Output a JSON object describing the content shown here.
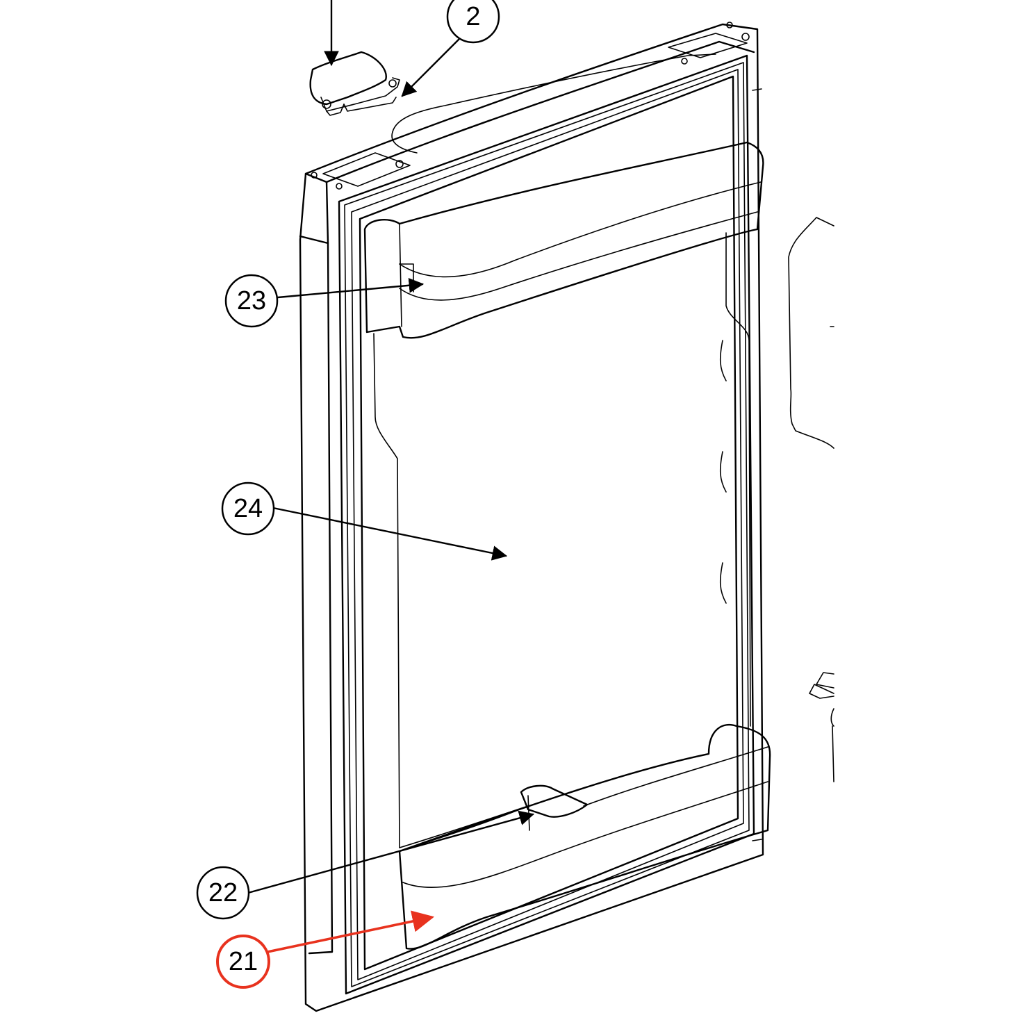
{
  "colors": {
    "line": "#000000",
    "highlight": "#e8321e",
    "background": "#ffffff"
  },
  "callouts": [
    {
      "id": "2",
      "label": "2",
      "highlighted": false
    },
    {
      "id": "23",
      "label": "23",
      "highlighted": false
    },
    {
      "id": "24",
      "label": "24",
      "highlighted": false
    },
    {
      "id": "22",
      "label": "22",
      "highlighted": false
    },
    {
      "id": "21",
      "label": "21",
      "highlighted": true
    }
  ]
}
